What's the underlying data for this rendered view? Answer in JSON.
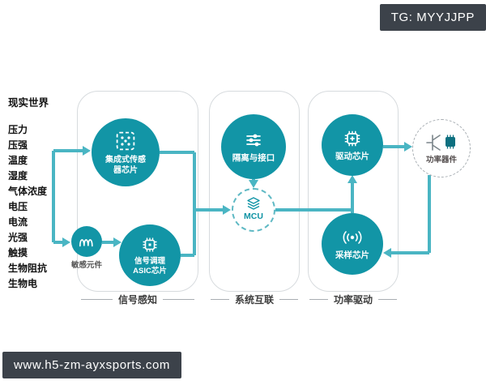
{
  "badges": {
    "top_right": "TG: MYYJJPP",
    "bottom_left": "www.h5-zm-ayxsports.com"
  },
  "real_world": {
    "title": "现实世界",
    "items": [
      "压力",
      "压强",
      "温度",
      "湿度",
      "气体浓度",
      "电压",
      "电流",
      "光强",
      "触摸",
      "生物阻抗",
      "生物电"
    ]
  },
  "panels": [
    {
      "label": "信号感知"
    },
    {
      "label": "系统互联"
    },
    {
      "label": "功率驱动"
    }
  ],
  "nodes": {
    "sensor_chip": {
      "label_line1": "集成式传感",
      "label_line2": "器芯片"
    },
    "sensitive_element": {
      "label": "敏感元件"
    },
    "asic_chip": {
      "label_line1": "信号调理",
      "label_line2": "ASIC芯片"
    },
    "isolation_interface": {
      "label": "隔离与接口"
    },
    "mcu": {
      "label": "MCU"
    },
    "driver_chip": {
      "label": "驱动芯片"
    },
    "sampling_chip": {
      "label": "采样芯片"
    },
    "power_device": {
      "label": "功率器件"
    }
  },
  "icons": {
    "sensor_chip": "dashed-chip-icon",
    "sensitive_element": "coil-icon",
    "asic_chip": "chip-icon",
    "isolation_interface": "sliders-icon",
    "mcu": "stacked-chip-icon",
    "driver_chip": "chip-plus-icon",
    "sampling_chip": "signal-arcs-icon",
    "power_device": "chip-and-transistor-icon"
  },
  "colors": {
    "node_teal": "#1295a6",
    "line_teal": "#4ab5c3",
    "badge_bg": "#3c424a",
    "panel_border": "#d7dbde"
  }
}
